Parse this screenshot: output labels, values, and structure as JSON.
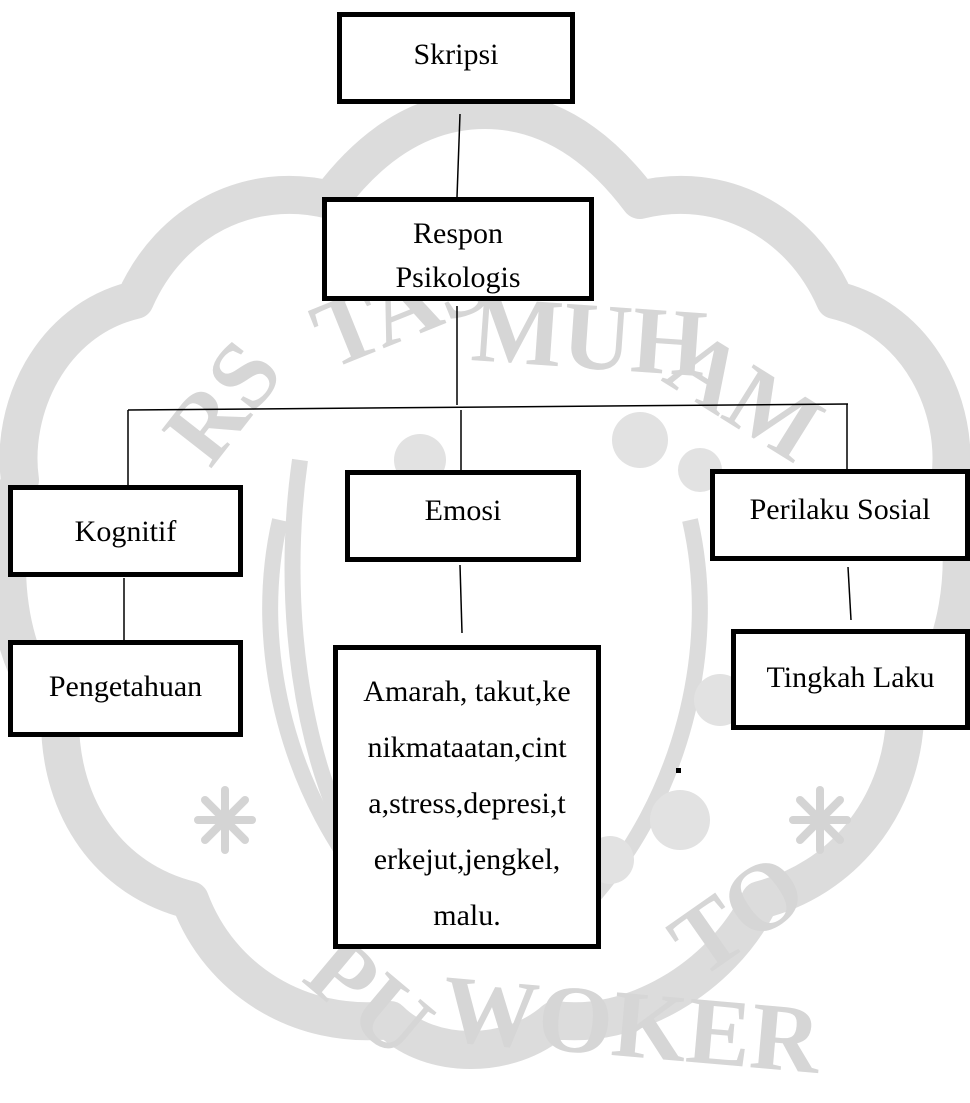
{
  "diagram": {
    "root": {
      "label": "Skripsi"
    },
    "level1": {
      "label": "Respon Psikologis"
    },
    "categories": [
      {
        "label": "Kognitif",
        "detail": "Pengetahuan"
      },
      {
        "label": "Emosi",
        "detail": "Amarah, takut,kenikmataatan,cinta,stress,depresi,terkejut,jengkel, malu."
      },
      {
        "label": "Perilaku Sosial",
        "detail": "Tingkah Laku"
      }
    ]
  },
  "watermark": {
    "ring_text": "UNIVERSITAS MUHAMMADIYAH PURWOKERTO",
    "color": "#dcdcdc"
  },
  "colors": {
    "border": "#000000",
    "background": "#ffffff",
    "watermark": "#d9d9d9"
  }
}
